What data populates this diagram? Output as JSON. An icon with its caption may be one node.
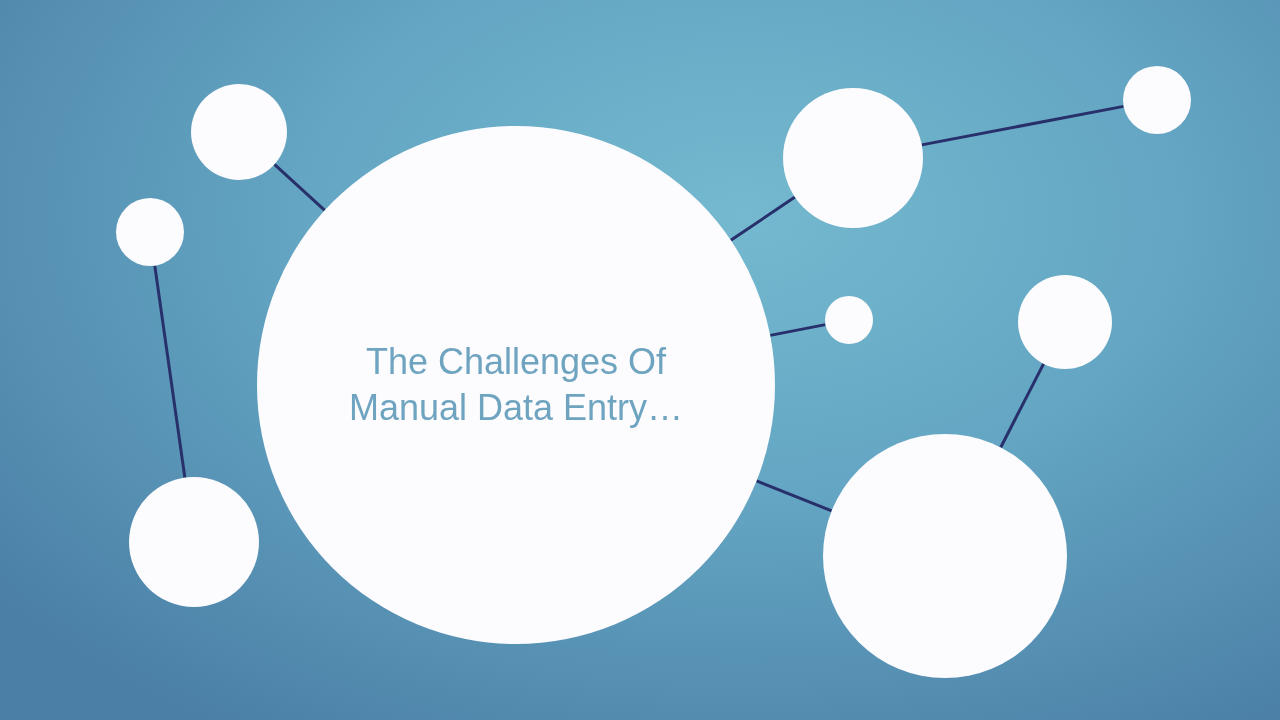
{
  "diagram": {
    "nodes": [
      {
        "text": [
          "The Challenges Of Manual Data Entry…"
        ]
      },
      {
        "text": [],
        "shape": "circle"
      },
      {
        "text": [],
        "shape": "circle"
      },
      {
        "text": [],
        "shape": "circle"
      },
      {
        "text": [],
        "shape": "circle"
      },
      {
        "text": [],
        "shape": "circle"
      },
      {
        "text": [],
        "shape": "circle"
      },
      {
        "text": [],
        "shape": "circle"
      },
      {
        "text": [],
        "shape": "circle"
      }
    ],
    "edges": [
      {
        "from": 3,
        "to": 0,
        "arrow": "none"
      },
      {
        "from": 1,
        "to": 2,
        "arrow": "none"
      },
      {
        "from": 0,
        "to": 5,
        "arrow": "none"
      },
      {
        "from": 5,
        "to": 8,
        "arrow": "none"
      },
      {
        "from": 0,
        "to": 4,
        "arrow": "none"
      },
      {
        "from": 0,
        "to": 6,
        "arrow": "none"
      },
      {
        "from": 7,
        "to": 6,
        "arrow": "none"
      }
    ]
  }
}
